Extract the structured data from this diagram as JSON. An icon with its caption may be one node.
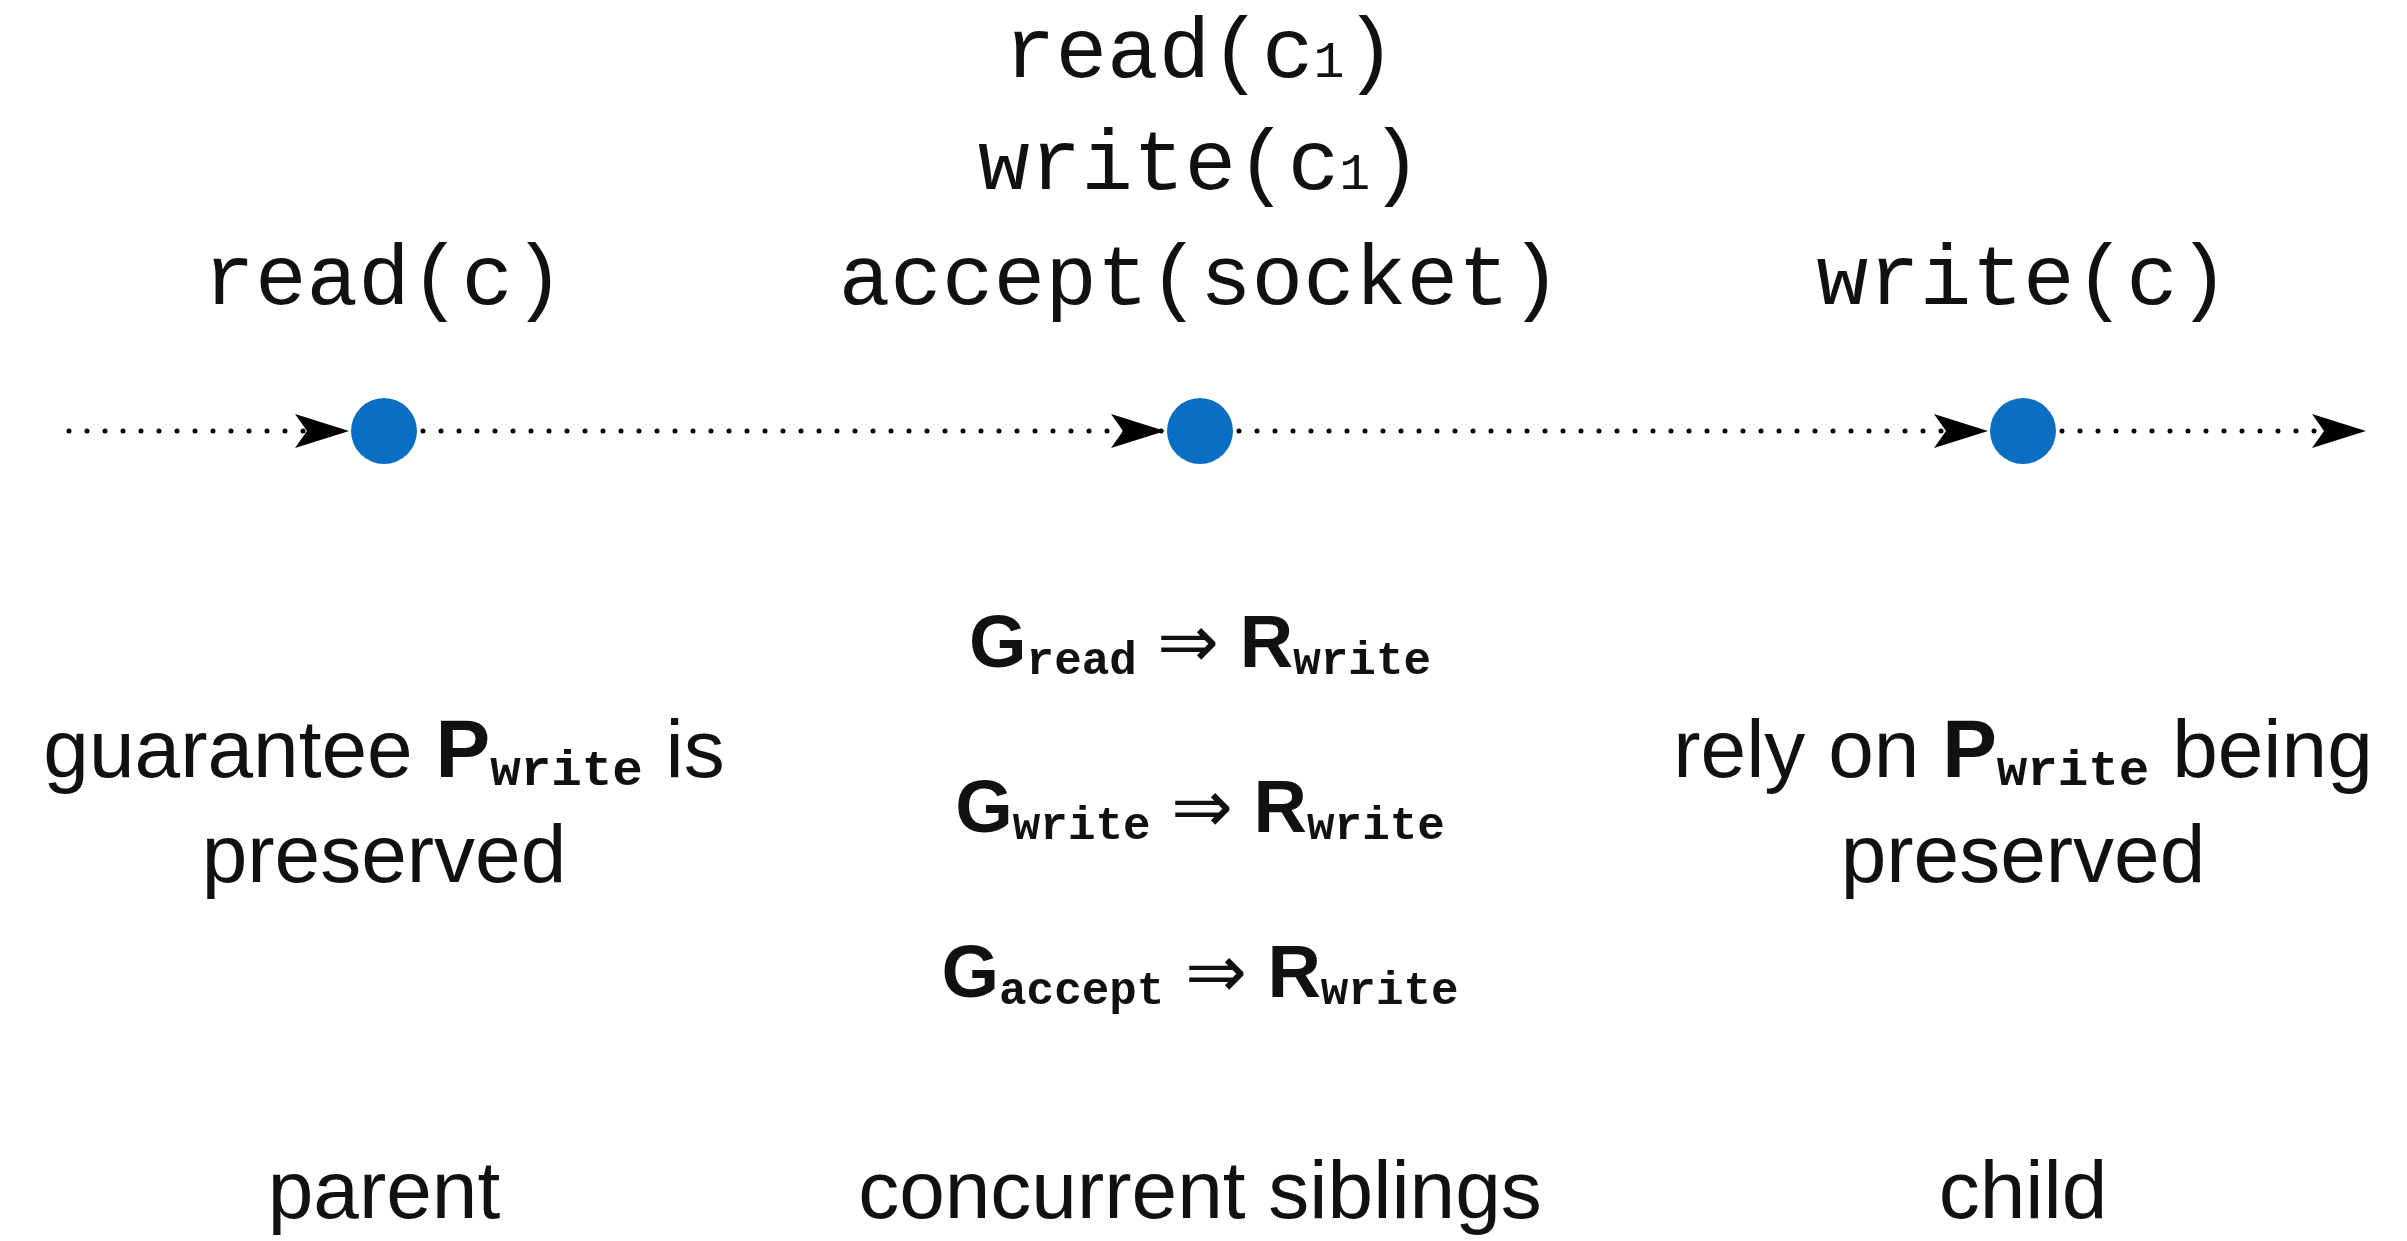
{
  "diagram": {
    "nodes": [
      {
        "text": [],
        "shape": "circle",
        "beside": [
          "read(c)"
        ]
      },
      {
        "text": [],
        "shape": "circle",
        "beside": [
          "read(c$_{1}$)",
          "write(c$_{1}$)",
          "accept(socket)"
        ]
      },
      {
        "text": [],
        "shape": "circle",
        "beside": [
          "write(c)"
        ]
      }
    ],
    "edges": [
      {
        "from": null,
        "to": 0,
        "arrow": "to"
      },
      {
        "from": 0,
        "to": 1,
        "arrow": "to"
      },
      {
        "from": 1,
        "to": 2,
        "arrow": "to"
      },
      {
        "from": 2,
        "to": null,
        "arrow": "to"
      }
    ],
    "labels": [
      "guarantee **P**$_{write}$ is preserved",
      "**G**$_{read}$ ⇒ **R**$_{write}$",
      "**G**$_{write}$ ⇒ **R**$_{write}$",
      "**G**$_{accept}$ ⇒ **R**$_{write}$",
      "rely on **P**$_{write}$ being preserved",
      "parent",
      "concurrent siblings",
      "child"
    ]
  }
}
